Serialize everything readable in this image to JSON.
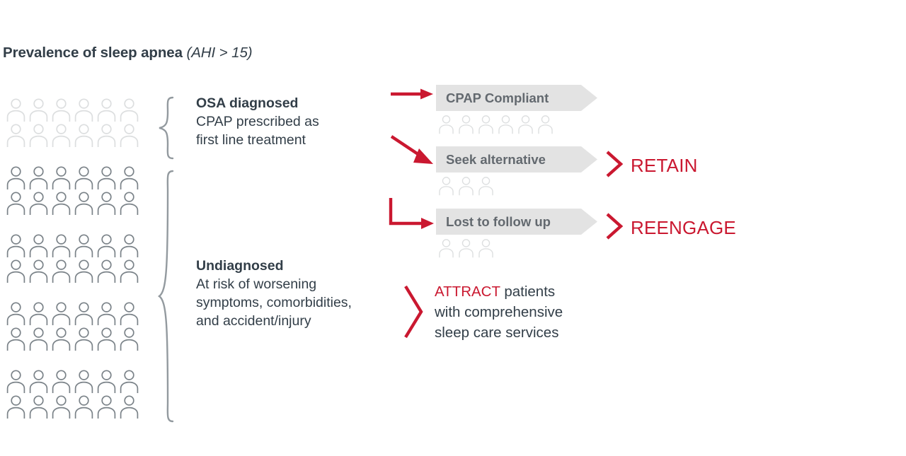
{
  "title": {
    "main": "Prevalence of sleep apnea ",
    "sub": "(AHI > 15)"
  },
  "colors": {
    "accent_red": "#ca1830",
    "text_dark": "#323e48",
    "banner_bg": "#e3e3e3",
    "banner_text": "#63696f",
    "person_dark": "#7a8288",
    "person_light": "#dcdedf",
    "brace": "#939a9f"
  },
  "people_grid": {
    "columns": 6,
    "rows_per_block": 2,
    "blocks": [
      {
        "name": "diagnosed",
        "shade": "light",
        "count": 12
      },
      {
        "name": "undiagnosed-1",
        "shade": "dark",
        "count": 12
      },
      {
        "name": "undiagnosed-2",
        "shade": "dark",
        "count": 12
      },
      {
        "name": "undiagnosed-3",
        "shade": "dark",
        "count": 12
      },
      {
        "name": "undiagnosed-4",
        "shade": "dark",
        "count": 12
      }
    ],
    "total": 60,
    "diagnosed_total": 12,
    "undiagnosed_total": 48
  },
  "segments": {
    "diagnosed": {
      "heading": "OSA diagnosed",
      "body": "CPAP prescribed as\nfirst line treatment"
    },
    "undiagnosed": {
      "heading": "Undiagnosed",
      "body": "At risk of worsening\nsymptoms, comorbidities,\nand accident/injury"
    }
  },
  "outcomes": [
    {
      "banner_label": "CPAP Compliant",
      "people": 6,
      "arrow": "straight-arrow-icon",
      "action": null
    },
    {
      "banner_label": "Seek alternative",
      "people": 3,
      "arrow": "diagonal-arrow-icon",
      "action": "RETAIN"
    },
    {
      "banner_label": "Lost to follow up",
      "people": 3,
      "arrow": "elbow-arrow-icon",
      "action": "REENGAGE"
    }
  ],
  "attract": {
    "keyword": "ATTRACT",
    "rest": " patients\nwith comprehensive\nsleep care services"
  }
}
